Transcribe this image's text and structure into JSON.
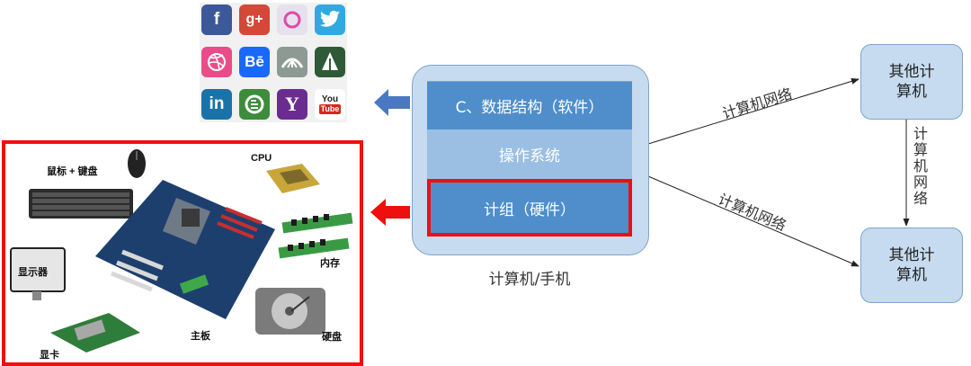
{
  "computer": {
    "layers": [
      "C、数据结构（软件）",
      "操作系统",
      "计组（硬件）"
    ],
    "caption": "计算机/手机"
  },
  "peers": {
    "top": "其他计算机",
    "bottom": "其他计算机"
  },
  "network_labels": {
    "upper": "计算机网络",
    "lower": "计算机网络",
    "vertical": "计算机网络"
  },
  "hardware": {
    "mouse_keyboard": "鼠标 + 键盘",
    "cpu": "CPU",
    "monitor": "显示器",
    "memory": "内存",
    "graphics_card": "显卡",
    "motherboard": "主板",
    "hard_disk": "硬盘"
  },
  "social_icons": [
    {
      "name": "facebook-icon",
      "glyph": "f",
      "color": "#3b5998"
    },
    {
      "name": "google-plus-icon",
      "glyph": "g+",
      "color": "#d34836"
    },
    {
      "name": "flickr-icon",
      "glyph": "",
      "color": "#e7e1ee"
    },
    {
      "name": "twitter-icon",
      "glyph": "",
      "color": "#2fa9e0"
    },
    {
      "name": "dribbble-icon",
      "glyph": "",
      "color": "#ea4c89"
    },
    {
      "name": "behance-icon",
      "glyph": "Bē",
      "color": "#1769ff"
    },
    {
      "name": "deviantart-icon",
      "glyph": "",
      "color": "#8c9a93"
    },
    {
      "name": "forrst-icon",
      "glyph": "",
      "color": "#2e5a37"
    },
    {
      "name": "linkedin-icon",
      "glyph": "in",
      "color": "#1a73a8"
    },
    {
      "name": "blogger-icon",
      "glyph": "",
      "color": "#3c8c3c"
    },
    {
      "name": "yahoo-icon",
      "glyph": "Y",
      "color": "#6a2c91"
    },
    {
      "name": "youtube-icon",
      "glyph": "",
      "color": "#ffffff"
    }
  ],
  "youtube": {
    "you": "You",
    "tube": "Tube"
  },
  "colors": {
    "highlight": "#ee0f0f",
    "layer_dark": "#4f8ecb",
    "layer_light": "#9bbfe3",
    "panel": "#c6dbef",
    "arrow_blue": "#4a78c3"
  }
}
